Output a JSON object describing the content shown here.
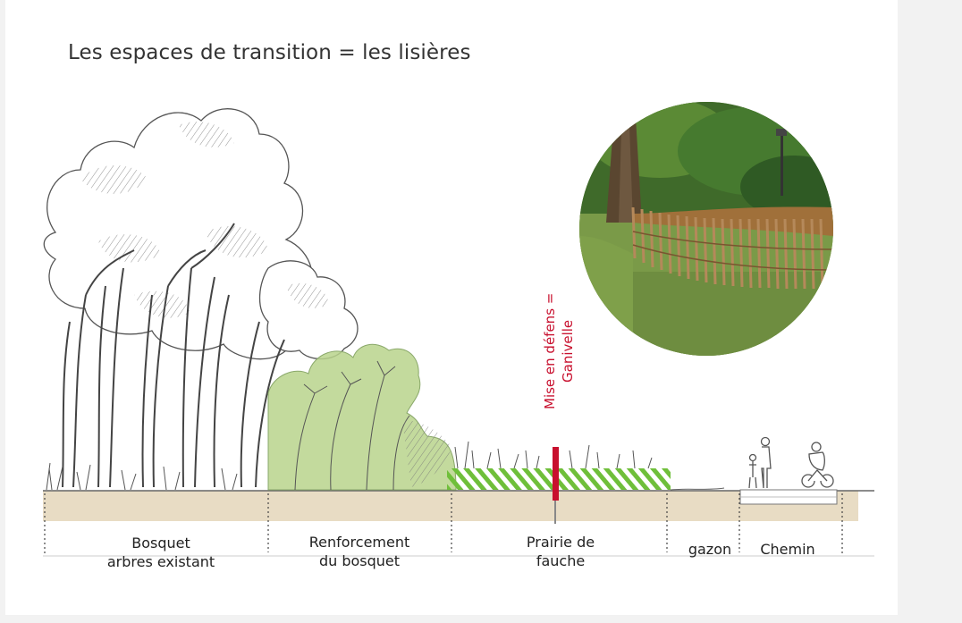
{
  "title": "Les espaces de transition = les lisières",
  "annotation": {
    "line1": "Mise en défens =",
    "line2": "Ganivelle",
    "color": "#c8102e"
  },
  "zones": [
    {
      "line1": "Bosquet",
      "line2": "arbres existant"
    },
    {
      "line1": "Renforcement",
      "line2": "du bosquet"
    },
    {
      "line1": "Prairie de",
      "line2": "fauche"
    },
    {
      "line1": "gazon",
      "line2": ""
    },
    {
      "line1": "Chemin",
      "line2": ""
    }
  ],
  "colors": {
    "ground": "#e8dcc4",
    "shrub_fill": "#b9d48c",
    "meadow_hatch": "#6fbf3a",
    "sketch": "#555555"
  }
}
